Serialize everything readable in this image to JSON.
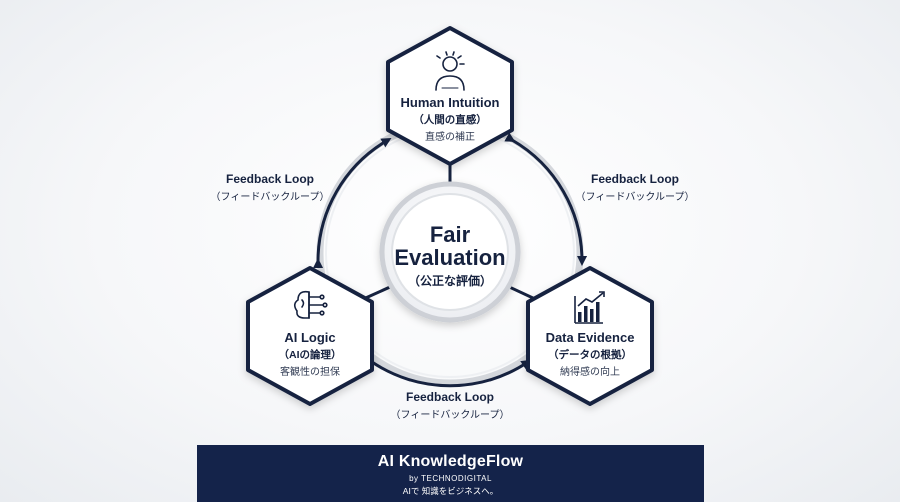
{
  "colors": {
    "navy": "#16223f",
    "footer_bg": "#14234a",
    "ring": "#c9ccd2"
  },
  "center": {
    "line1": "Fair",
    "line2": "Evaluation",
    "line3": "（公正な評価）"
  },
  "nodes": {
    "human": {
      "title": "Human Intuition",
      "subtitle": "（人間の直感）",
      "desc": "直感の補正",
      "icon": "person-lightbulb-icon"
    },
    "ai": {
      "title": "AI Logic",
      "subtitle": "（AIの論理）",
      "desc": "客観性の担保",
      "icon": "brain-circuit-icon"
    },
    "data": {
      "title": "Data Evidence",
      "subtitle": "（データの根拠）",
      "desc": "納得感の向上",
      "icon": "bar-chart-growth-icon"
    }
  },
  "loops": {
    "left": {
      "title": "Feedback Loop",
      "subtitle": "（フィードバックループ）"
    },
    "right": {
      "title": "Feedback Loop",
      "subtitle": "（フィードバックループ）"
    },
    "bottom": {
      "title": "Feedback Loop",
      "subtitle": "（フィードバックループ）"
    }
  },
  "footer": {
    "brand": "AI KnowledgeFlow",
    "by": "by TECHNODIGITAL",
    "tagline": "AIで 知識をビジネスへ。"
  }
}
